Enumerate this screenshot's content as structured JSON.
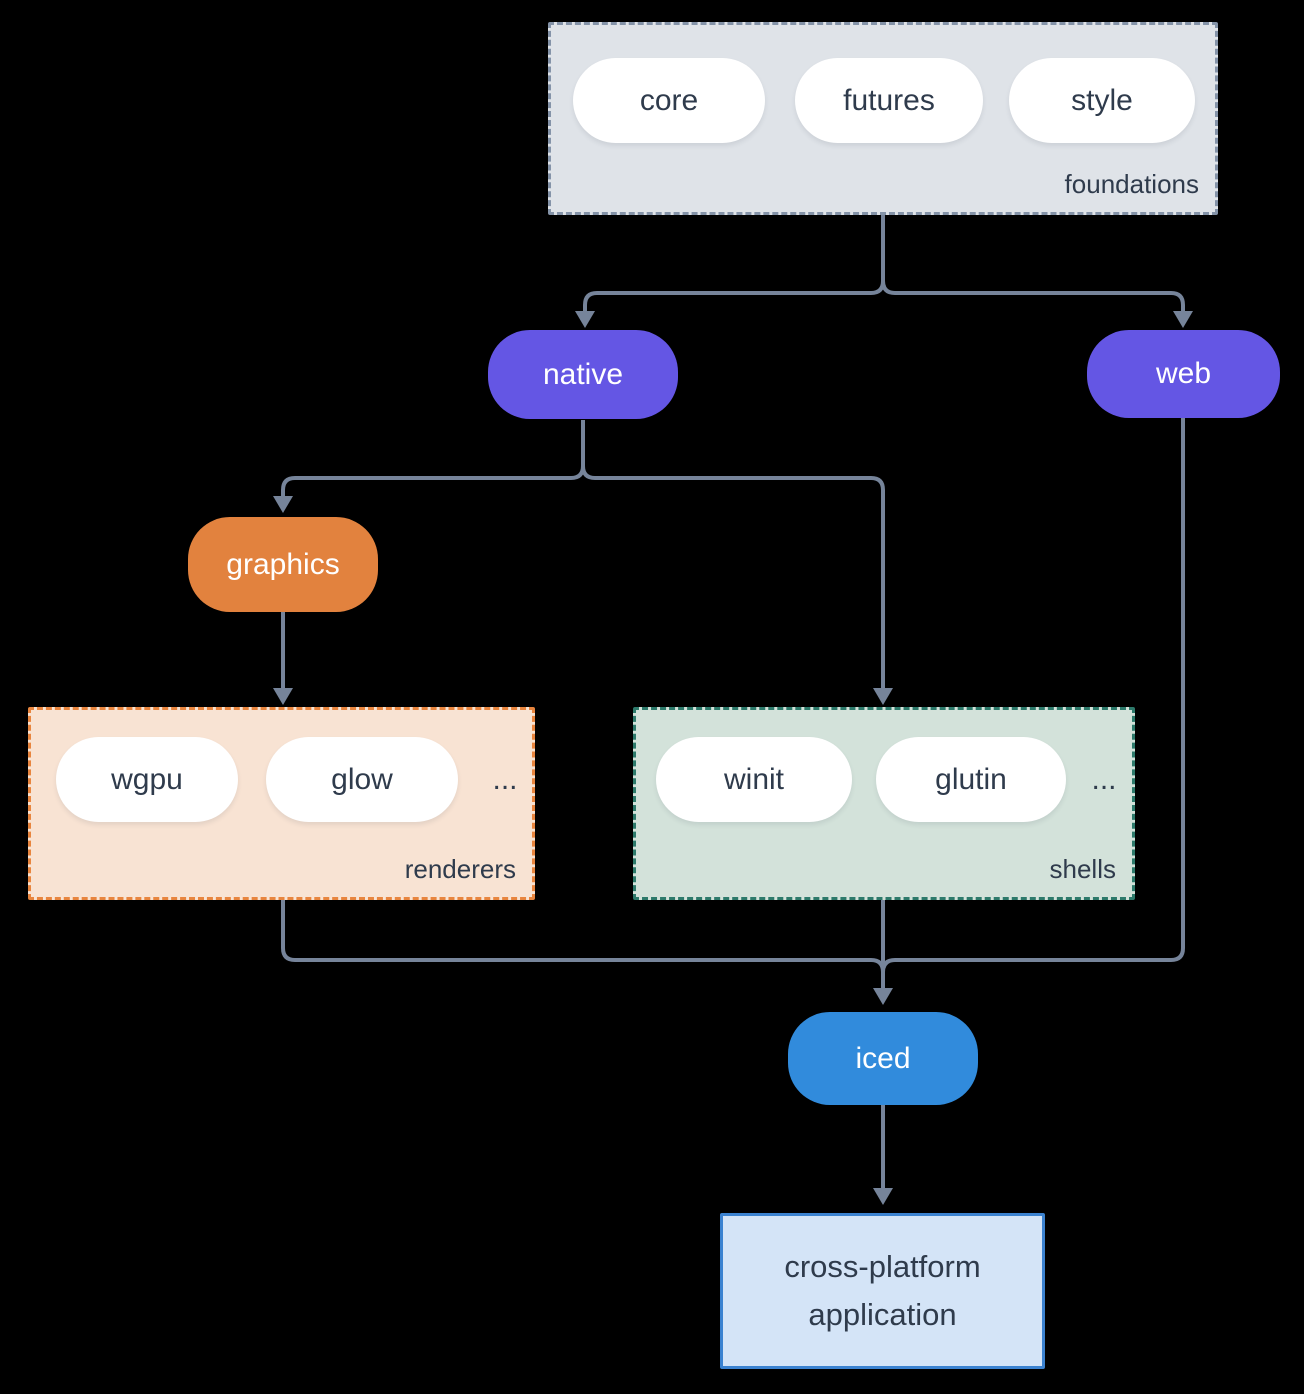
{
  "colors": {
    "bg": "#000000",
    "line": "#76849A",
    "ink": "#2F3B4C",
    "pill": "#FFFFFF",
    "purple": "#6456E4",
    "orange": "#E2823E",
    "blue": "#318BDC",
    "foundations-fill": "#DFE3E8",
    "foundations-border": "#8493A8",
    "renderers-fill": "#F8E3D3",
    "renderers-border": "#E8853E",
    "shells-fill": "#D3E2DA",
    "shells-border": "#2D7A6B",
    "app-fill": "#D4E4F7",
    "app-border": "#3B82D0"
  },
  "groups": {
    "foundations": {
      "label": "foundations",
      "pills": [
        "core",
        "futures",
        "style"
      ]
    },
    "renderers": {
      "label": "renderers",
      "pills": [
        "wgpu",
        "glow"
      ],
      "more": "..."
    },
    "shells": {
      "label": "shells",
      "pills": [
        "winit",
        "glutin"
      ],
      "more": "..."
    }
  },
  "nodes": {
    "native": "native",
    "web": "web",
    "graphics": "graphics",
    "iced": "iced"
  },
  "application": {
    "line1": "cross-platform",
    "line2": "application"
  }
}
